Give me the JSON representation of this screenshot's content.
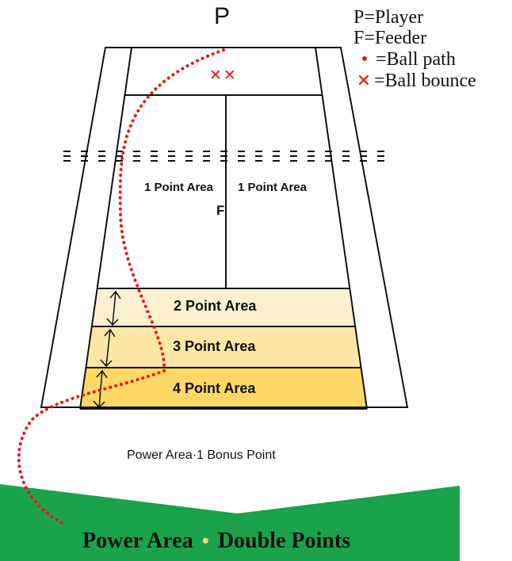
{
  "top_label": "P",
  "legend": {
    "player": "P=Player",
    "feeder": "F=Feeder",
    "ball_path": "=Ball path",
    "ball_bounce": "=Ball bounce"
  },
  "court": {
    "left_area": "1 Point Area",
    "right_area": "1 Point Area",
    "feeder_marker": "F",
    "bands": [
      {
        "label": "2 Point Area",
        "color": "#fdf0cf"
      },
      {
        "label": "3 Point Area",
        "color": "#fde7a6"
      },
      {
        "label": "4 Point Area",
        "color": "#fdd866"
      }
    ],
    "bounce_marks": "✕✕"
  },
  "power_area_bonus": "Power Area·1 Bonus Point",
  "power_area_banner": {
    "prefix": "Power Area",
    "suffix": "Double Points",
    "bullet": "•",
    "color": "#1aa34a"
  },
  "colors": {
    "ball_path": "#e8141c",
    "line": "#111111"
  }
}
